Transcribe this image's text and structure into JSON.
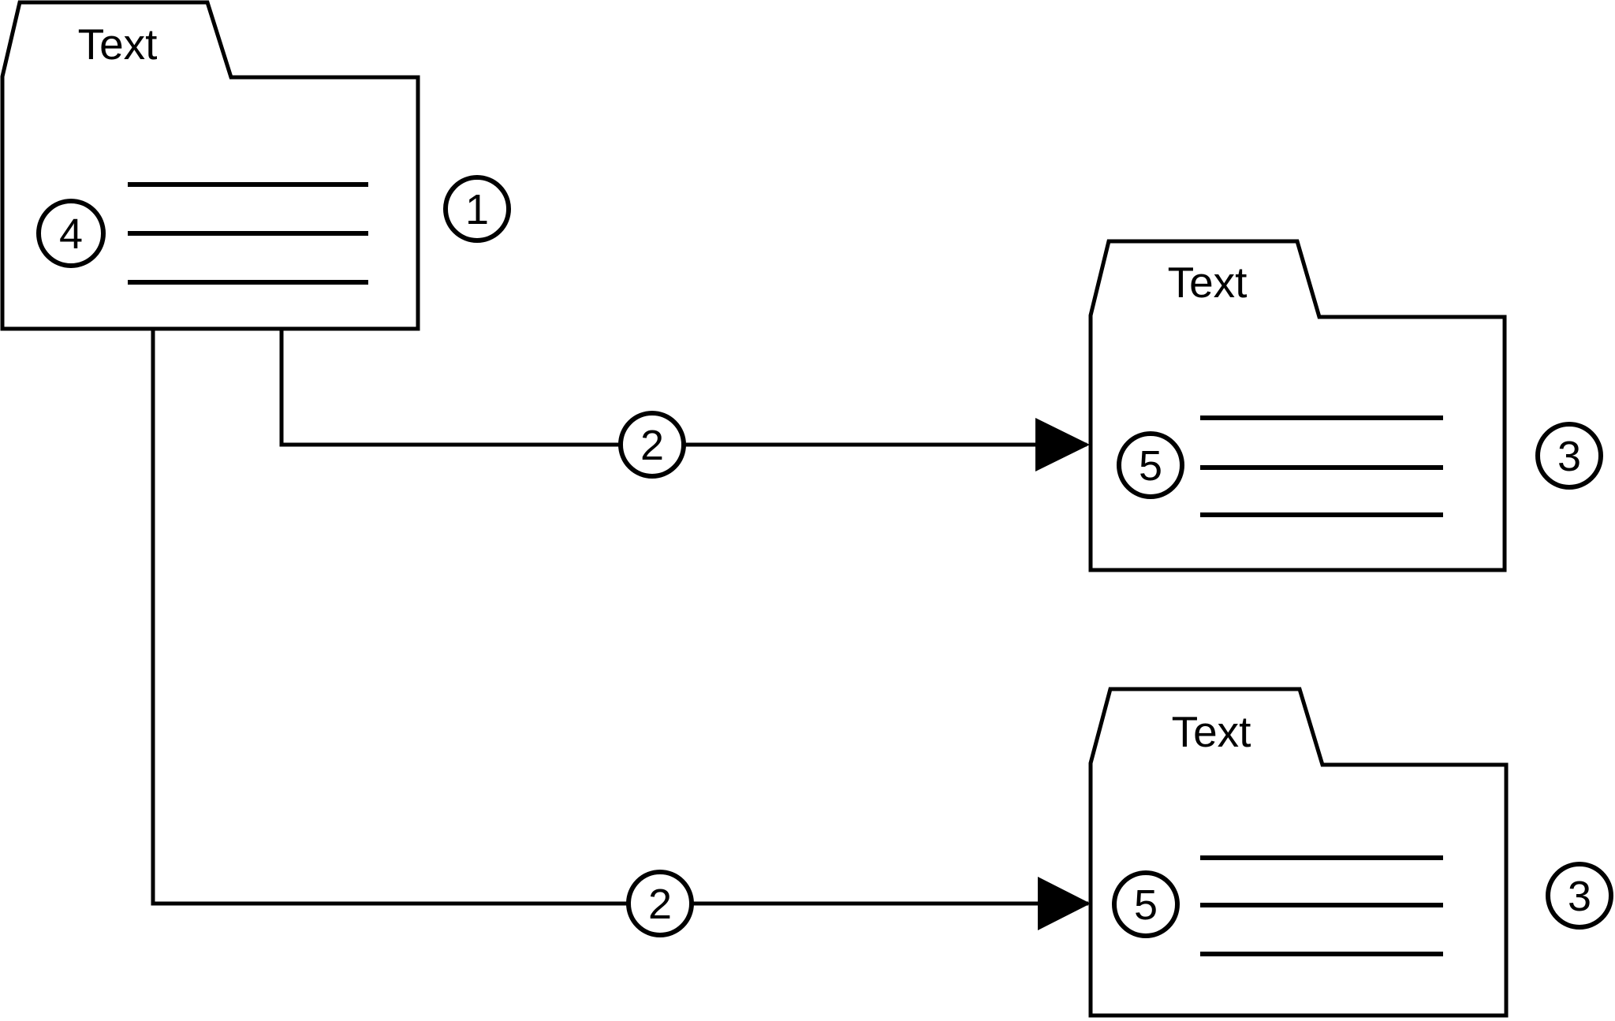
{
  "diagram": {
    "background_color": "#ffffff",
    "line_color": "#000000",
    "source_folder": {
      "label": "Text",
      "inner_badge": "4",
      "outer_badge": "1"
    },
    "top_target_folder": {
      "label": "Text",
      "inner_badge": "5",
      "outer_badge": "3"
    },
    "bottom_target_folder": {
      "label": "Text",
      "inner_badge": "5",
      "outer_badge": "3"
    },
    "top_arrow": {
      "badge": "2"
    },
    "bottom_arrow": {
      "badge": "2"
    }
  }
}
